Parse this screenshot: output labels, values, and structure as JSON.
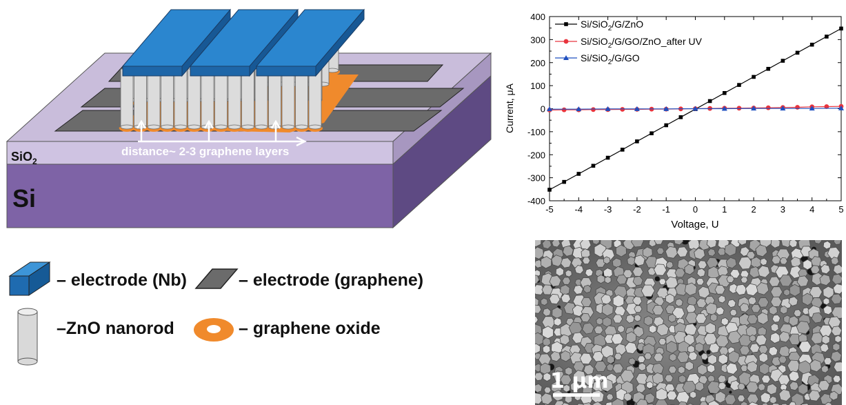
{
  "schematic": {
    "si_label": "Si",
    "sio2_label": "SiO",
    "sio2_sub": "2",
    "distance_label": "distance~ 2-3 graphene layers"
  },
  "legend": {
    "nb_label": "– electrode (Nb)",
    "graphene_label": "– electrode (graphene)",
    "zno_label": "–ZnO nanorod",
    "go_label": "– graphene oxide"
  },
  "colors": {
    "si": "#7e63a6",
    "sio2": "#cbbfdd",
    "electrode_nb": "#2479c2",
    "electrode_graphene": "#6b6b6b",
    "zno": "#d9d9d9",
    "graphene_oxide": "#f08a2c",
    "series_black": "#000000",
    "series_red": "#e8343d",
    "series_blue": "#1f4fbf"
  },
  "sem": {
    "scale_label": "1 μm"
  },
  "chart_data": {
    "type": "line",
    "xlabel": "Voltage, U",
    "ylabel": "Current, μA",
    "xlim": [
      -5,
      5
    ],
    "ylim": [
      -400,
      400
    ],
    "xticks": [
      "-5",
      "-4",
      "-3",
      "-2",
      "-1",
      "0",
      "1",
      "2",
      "3",
      "4",
      "5"
    ],
    "yticks": [
      "400",
      "300",
      "200",
      "100",
      "0",
      "-100",
      "-200",
      "-300",
      "-400"
    ],
    "legend_position": "top-left",
    "series": [
      {
        "name": "Si/SiO2/G/ZnO",
        "color": "#000000",
        "marker": "square",
        "x": [
          -5,
          -4.5,
          -4,
          -3.5,
          -3,
          -2.5,
          -2,
          -1.5,
          -1,
          -0.5,
          0,
          0.5,
          1,
          1.5,
          2,
          2.5,
          3,
          3.5,
          4,
          4.5,
          5
        ],
        "values": [
          -352,
          -318,
          -283,
          -248,
          -213,
          -178,
          -142,
          -107,
          -72,
          -37,
          -2,
          33,
          68,
          103,
          138,
          173,
          208,
          243,
          278,
          313,
          348
        ]
      },
      {
        "name": "Si/SiO2/G/GO/ZnO_after UV",
        "color": "#e8343d",
        "marker": "circle",
        "x": [
          -5,
          -4.5,
          -4,
          -3.5,
          -3,
          -2.5,
          -2,
          -1.5,
          -1,
          -0.5,
          0,
          0.5,
          1,
          1.5,
          2,
          2.5,
          3,
          3.5,
          4,
          4.5,
          5
        ],
        "values": [
          -6,
          -5,
          -5,
          -4,
          -4,
          -3,
          -3,
          -2,
          -2,
          -1,
          0,
          1,
          2,
          2,
          3,
          4,
          5,
          6,
          8,
          9,
          10
        ]
      },
      {
        "name": "Si/SiO2/G/GO",
        "color": "#1f4fbf",
        "marker": "triangle",
        "x": [
          -5,
          -4,
          -3,
          -2,
          -1,
          0,
          1,
          2,
          3,
          4,
          5
        ],
        "values": [
          -2,
          -2,
          -1,
          -1,
          -1,
          0,
          0,
          1,
          1,
          1,
          2
        ]
      }
    ]
  }
}
